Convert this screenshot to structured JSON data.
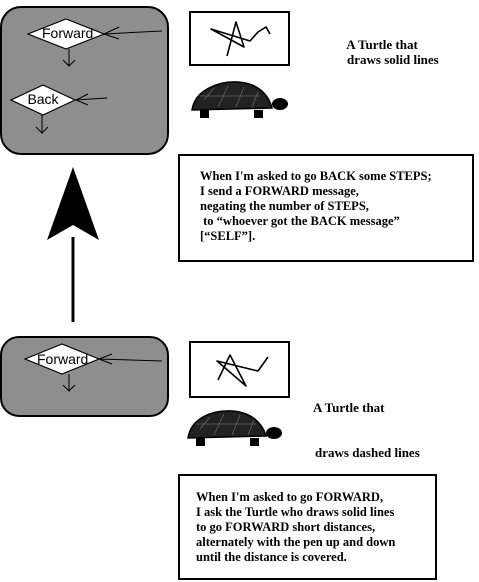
{
  "colors": {
    "panel": "#8e8e8e",
    "ink": "#000000",
    "paper": "#ffffff",
    "shell": "#222222"
  },
  "top_object": {
    "method_forward": "Forward",
    "method_back": "Back",
    "turtle_caption": [
      "A Turtle that",
      "draws solid lines"
    ],
    "message_text": [
      "When I'm asked to go BACK some STEPS;",
      "I send a FORWARD message,",
      "negating the number of STEPS,",
      " to “whoever got the BACK message”",
      "[“SELF”]."
    ]
  },
  "bottom_object": {
    "method_forward": "Forward",
    "turtle_caption": [
      "A Turtle that",
      "draws dashed lines"
    ],
    "message_text": [
      "When I'm asked to go FORWARD,",
      "I ask the Turtle who draws solid lines",
      "to go FORWARD short distances,",
      "alternately with the pen up and down",
      "until the distance is covered."
    ]
  },
  "icons": [
    "turtle-icon",
    "star-drawing-icon",
    "up-arrow-icon"
  ]
}
